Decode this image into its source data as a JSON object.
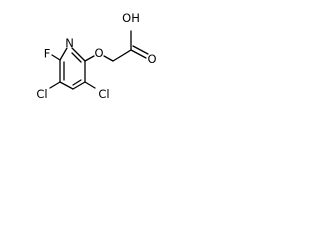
{
  "molecule": {
    "atoms": {
      "n1": "N",
      "f": "F",
      "cl_left": "Cl",
      "cl_right": "Cl",
      "o_ether": "O",
      "carboxyl_oh": "OH",
      "carbonyl_o": "O"
    }
  },
  "colors": {
    "bond": "#000000",
    "label": "#000000",
    "background": "#ffffff"
  }
}
